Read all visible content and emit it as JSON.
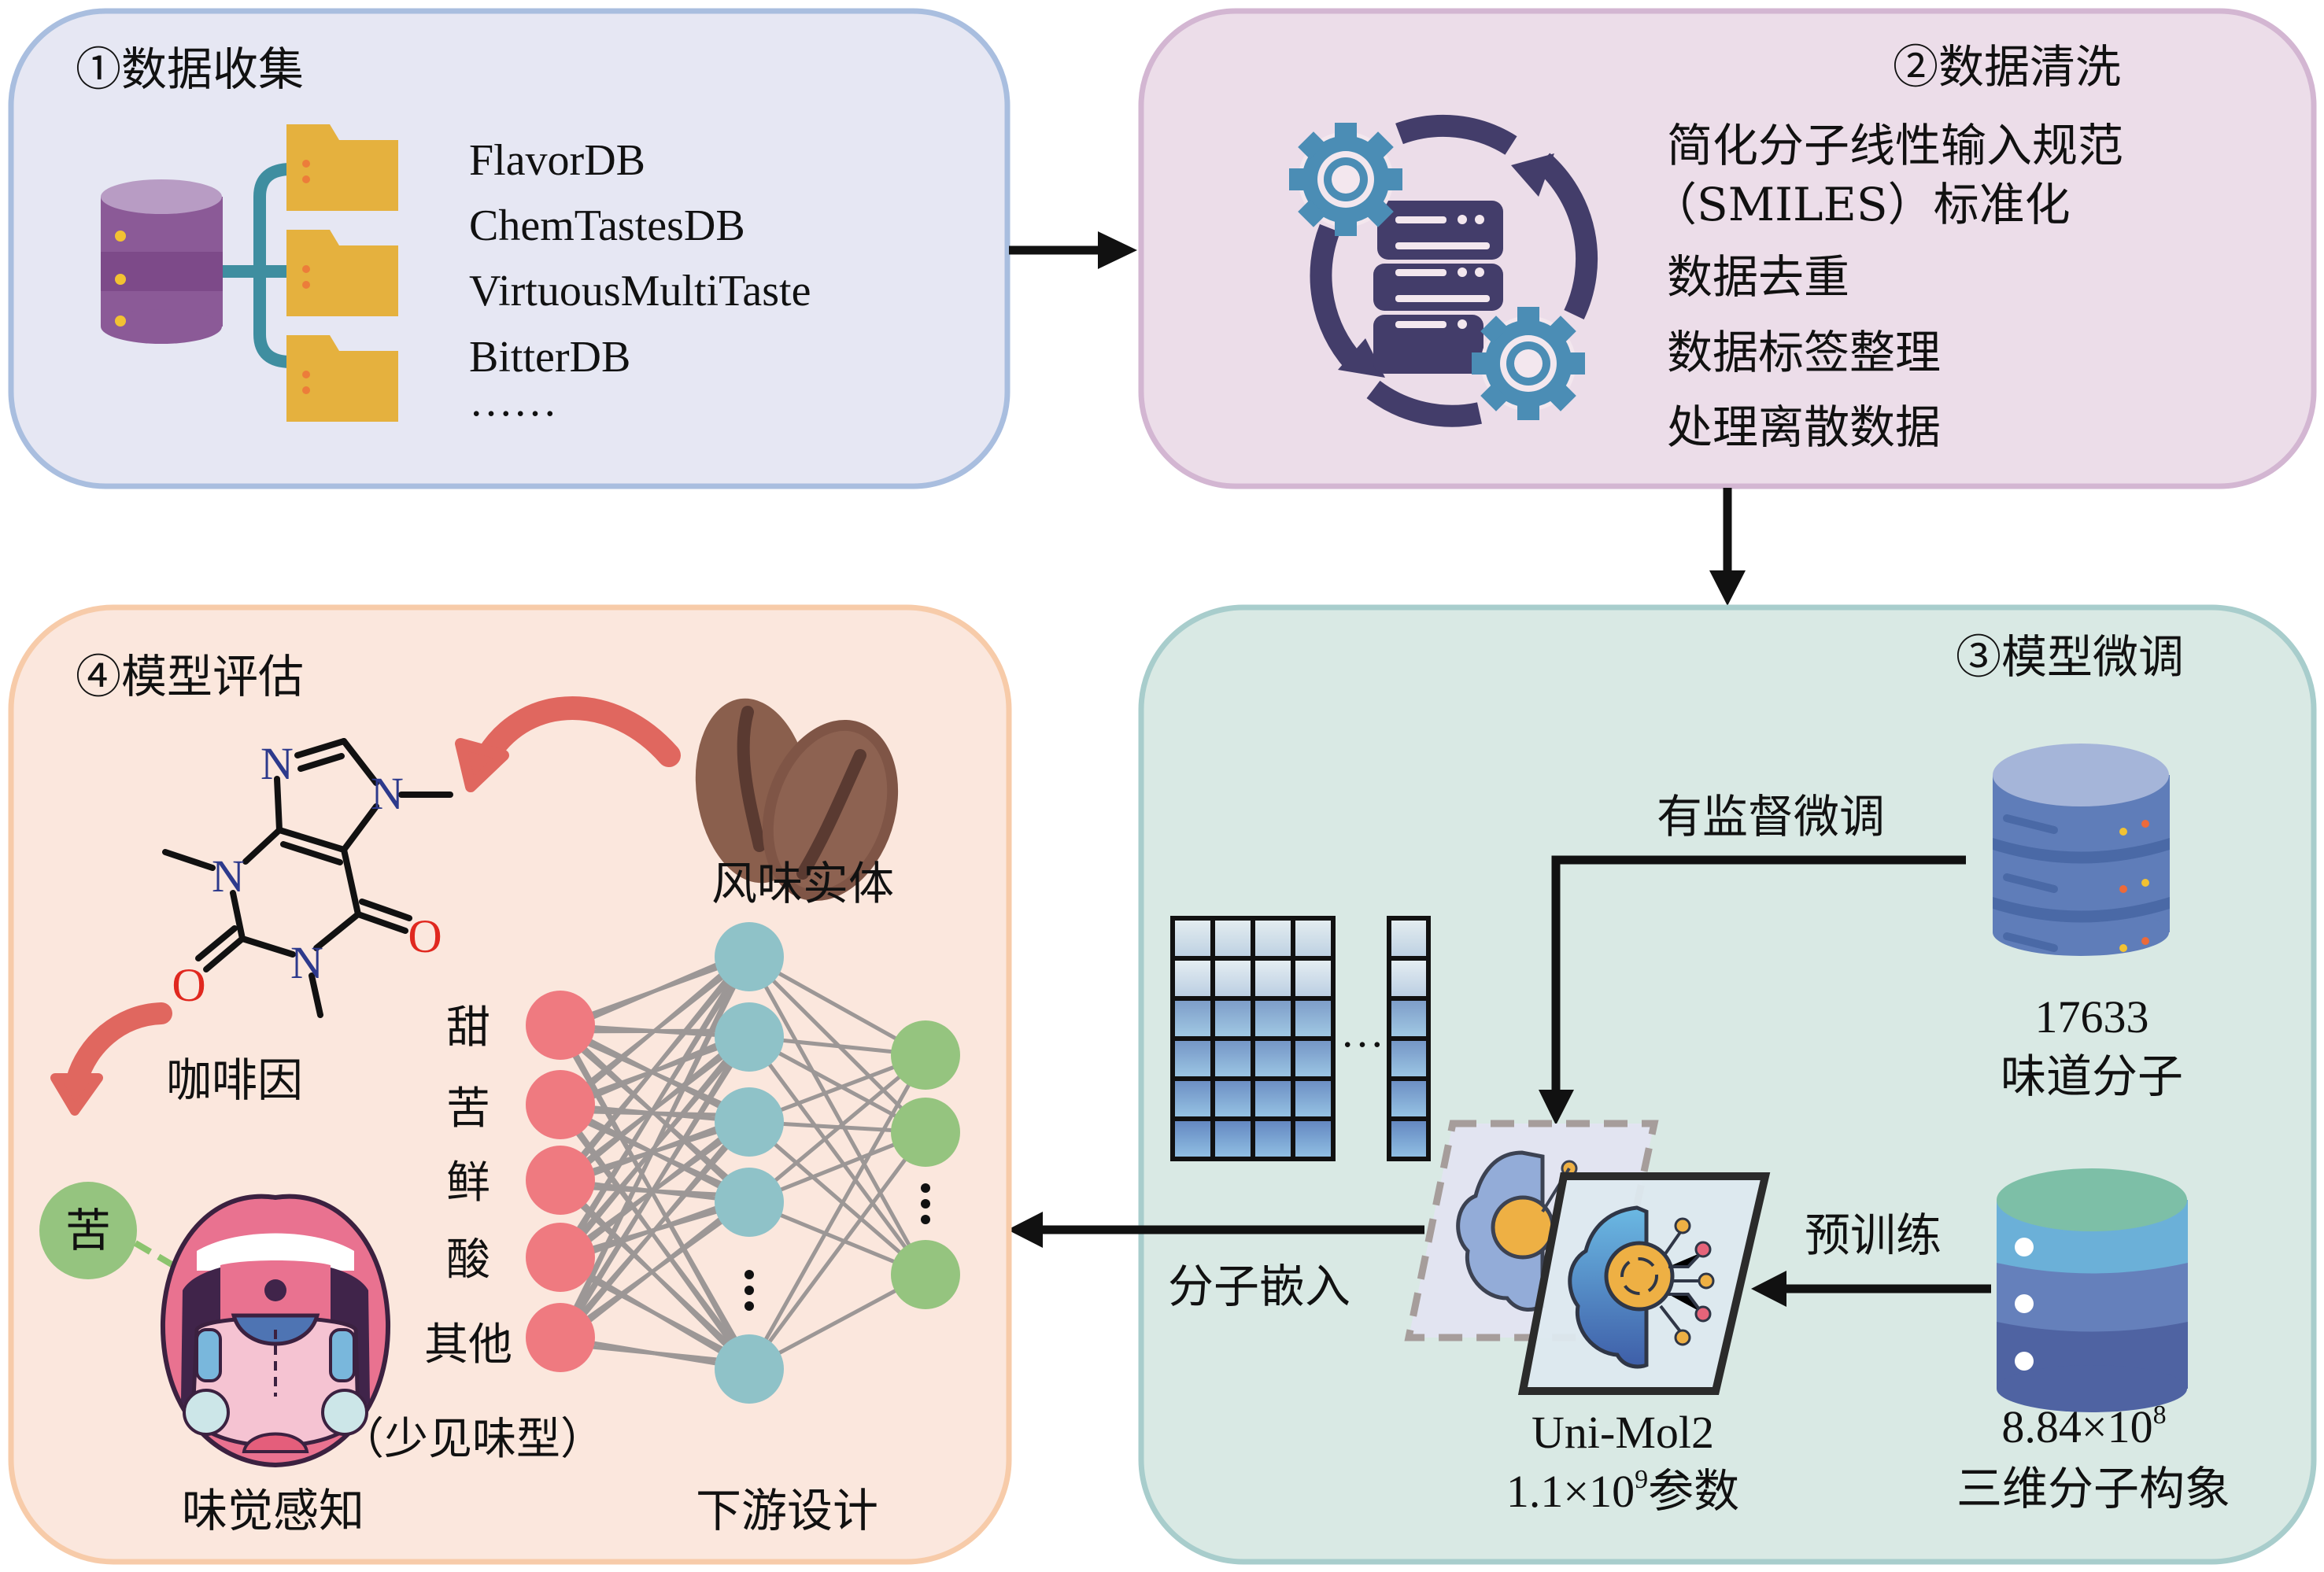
{
  "figure": {
    "description": "Flavor molecule taste prediction workflow"
  },
  "steps": {
    "collect": {
      "title": "①数据收集",
      "databases": [
        "FlavorDB",
        "ChemTastesDB",
        "VirtuousMultiTaste",
        "BitterDB",
        "……"
      ],
      "colors": {
        "fill": "#e6e7f3",
        "border": "#a9bedf"
      }
    },
    "clean": {
      "title": "②数据清洗",
      "items": [
        "简化分子线性输入规范",
        "（SMILES）标准化",
        "数据去重",
        "数据标签整理",
        "处理离散数据"
      ],
      "colors": {
        "fill": "#ecdde9",
        "border": "#d3b6d2"
      }
    },
    "finetune": {
      "title": "③模型微调",
      "supervised_label": "有监督微调",
      "taste_db_count": "17633",
      "taste_db_label": "味道分子",
      "pretrain_label": "预训练",
      "conformer_count_base": "8.84×10",
      "conformer_count_exp": "8",
      "conformer_label": "三维分子构象",
      "model_name": "Uni-Mol2",
      "model_params_base": "1.1×10",
      "model_params_exp": "9",
      "model_params_suffix": "参数",
      "embedding_label": "分子嵌入",
      "colors": {
        "fill": "#d9e9e4",
        "border": "#a8cdcc"
      }
    },
    "evaluate": {
      "title": "④模型评估",
      "flavor_entity_label": "风味实体",
      "molecule_label": "咖啡因",
      "perception_label": "味觉感知",
      "perceived_taste": "苦",
      "downstream_label": "下游设计",
      "taste_classes": [
        "甜",
        "苦",
        "鲜",
        "酸",
        "其他",
        "（少见味型）"
      ],
      "atoms": {
        "nitrogen": "N",
        "oxygen": "O"
      },
      "colors": {
        "fill": "#fbe7dd",
        "border": "#f7cba9"
      }
    }
  },
  "palette": {
    "input_node": "#ef7a80",
    "hidden_node": "#8fc2c8",
    "output_node": "#95c47f",
    "arrow_red": "#e0675f",
    "gear_blue": "#4b8db5",
    "navy": "#433d6a"
  }
}
